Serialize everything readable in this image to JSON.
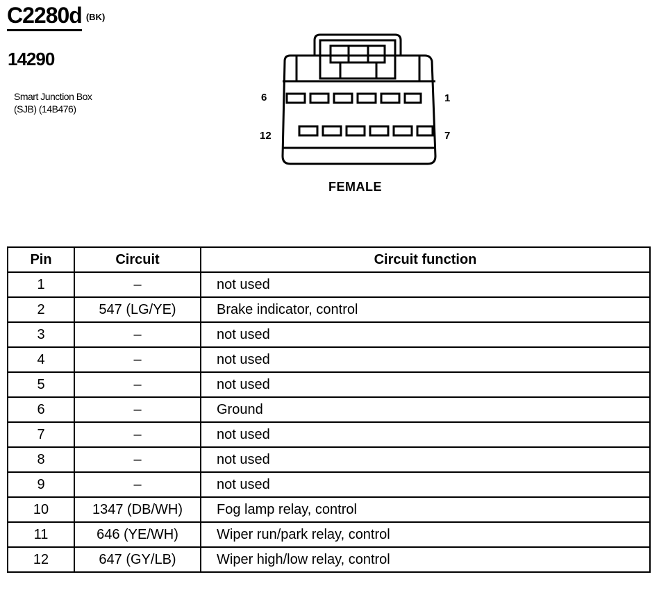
{
  "connector": {
    "code": "C2280d",
    "color": "(BK)",
    "part_number": "14290",
    "description_lines": [
      "Smart Junction Box",
      "(SJB) (14B476)"
    ],
    "gender": "FEMALE",
    "pin_labels": {
      "top_left": "6",
      "top_right": "1",
      "bottom_left": "12",
      "bottom_right": "7"
    }
  },
  "table": {
    "headers": [
      "Pin",
      "Circuit",
      "Circuit function"
    ],
    "rows": [
      {
        "pin": "1",
        "circuit": "–",
        "function": "not used"
      },
      {
        "pin": "2",
        "circuit": "547 (LG/YE)",
        "function": "Brake indicator, control"
      },
      {
        "pin": "3",
        "circuit": "–",
        "function": "not used"
      },
      {
        "pin": "4",
        "circuit": "–",
        "function": "not used"
      },
      {
        "pin": "5",
        "circuit": "–",
        "function": "not used"
      },
      {
        "pin": "6",
        "circuit": "–",
        "function": "Ground"
      },
      {
        "pin": "7",
        "circuit": "–",
        "function": "not used"
      },
      {
        "pin": "8",
        "circuit": "–",
        "function": "not used"
      },
      {
        "pin": "9",
        "circuit": "–",
        "function": "not used"
      },
      {
        "pin": "10",
        "circuit": "1347 (DB/WH)",
        "function": "Fog lamp relay, control"
      },
      {
        "pin": "11",
        "circuit": "646 (YE/WH)",
        "function": "Wiper run/park relay, control"
      },
      {
        "pin": "12",
        "circuit": "647 (GY/LB)",
        "function": "Wiper high/low relay, control"
      }
    ]
  }
}
